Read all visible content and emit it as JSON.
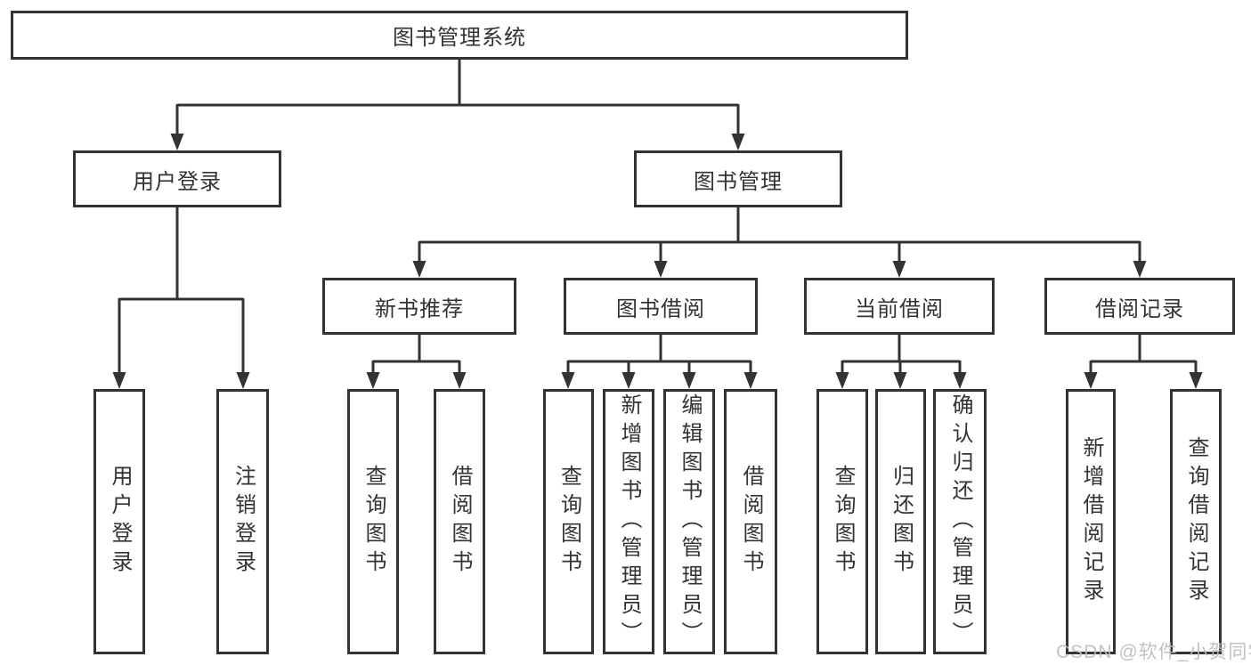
{
  "diagram": {
    "title": "图书管理系统",
    "colors": {
      "line": "#333333",
      "box_border": "#333333",
      "box_fill": "#ffffff",
      "text": "#333333",
      "watermark": "#bbbbbb",
      "background": "#ffffff"
    },
    "tree": {
      "root": {
        "label": "图书管理系统",
        "children": [
          {
            "label": "用户登录",
            "children": [
              {
                "label": "用户登录"
              },
              {
                "label": "注销登录"
              }
            ]
          },
          {
            "label": "图书管理",
            "children": [
              {
                "label": "新书推荐",
                "children": [
                  {
                    "label": "查询图书"
                  },
                  {
                    "label": "借阅图书"
                  }
                ]
              },
              {
                "label": "图书借阅",
                "children": [
                  {
                    "label": "查询图书"
                  },
                  {
                    "label": "新增图书（管理员）"
                  },
                  {
                    "label": "编辑图书（管理员）"
                  },
                  {
                    "label": "借阅图书"
                  }
                ]
              },
              {
                "label": "当前借阅",
                "children": [
                  {
                    "label": "查询图书"
                  },
                  {
                    "label": "归还图书"
                  },
                  {
                    "label": "确认归还（管理员）"
                  }
                ]
              },
              {
                "label": "借阅记录",
                "children": [
                  {
                    "label": "新增借阅记录"
                  },
                  {
                    "label": "查询借阅记录"
                  }
                ]
              }
            ]
          }
        ]
      }
    },
    "watermark": {
      "text": "CSDN @软件_小贺同学"
    }
  }
}
